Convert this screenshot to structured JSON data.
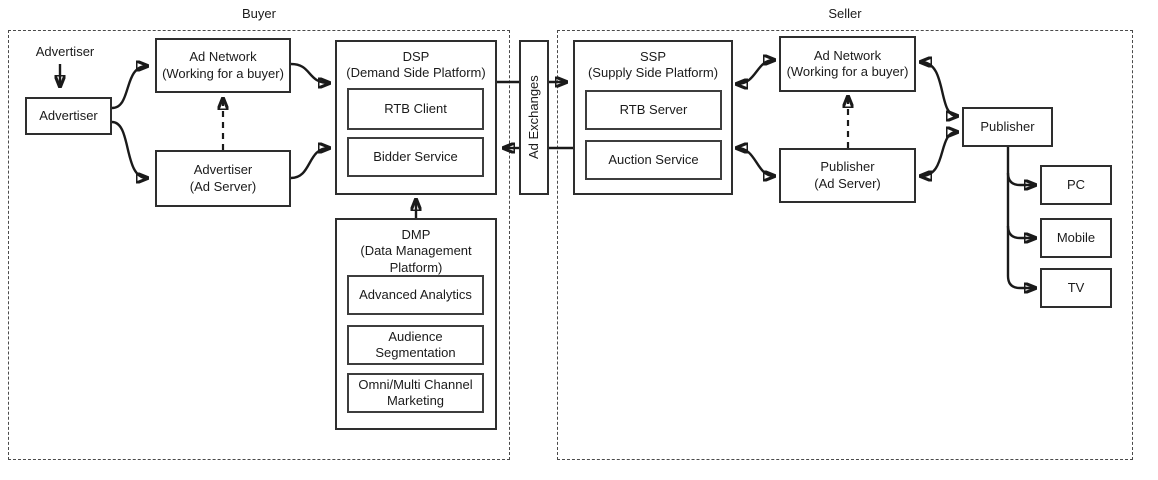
{
  "groups": {
    "buyer": "Buyer",
    "seller": "Seller"
  },
  "nodes": {
    "advertiser_caption": "Advertiser",
    "advertiser": "Advertiser",
    "ad_network_buyer": "Ad Network\n(Working for a buyer)",
    "advertiser_ad_server": "Advertiser\n(Ad Server)",
    "dsp_title": "DSP\n(Demand Side Platform)",
    "rtb_client": "RTB Client",
    "bidder_service": "Bidder Service",
    "dmp_title": "DMP\n(Data Management\nPlatform)",
    "advanced_analytics": "Advanced Analytics",
    "audience_segmentation": "Audience\nSegmentation",
    "omni_channel": "Omni/Multi Channel\nMarketing",
    "ad_exchanges": "Ad Exchanges",
    "ssp_title": "SSP\n(Supply Side Platform)",
    "rtb_server": "RTB Server",
    "auction_service": "Auction Service",
    "ad_network_seller": "Ad Network\n(Working for a buyer)",
    "publisher_ad_server": "Publisher\n(Ad Server)",
    "publisher": "Publisher",
    "pc": "PC",
    "mobile": "Mobile",
    "tv": "TV"
  },
  "colors": {
    "background": "#ffffff",
    "line": "#1a1a1a",
    "box_border": "#2e2e2e"
  }
}
